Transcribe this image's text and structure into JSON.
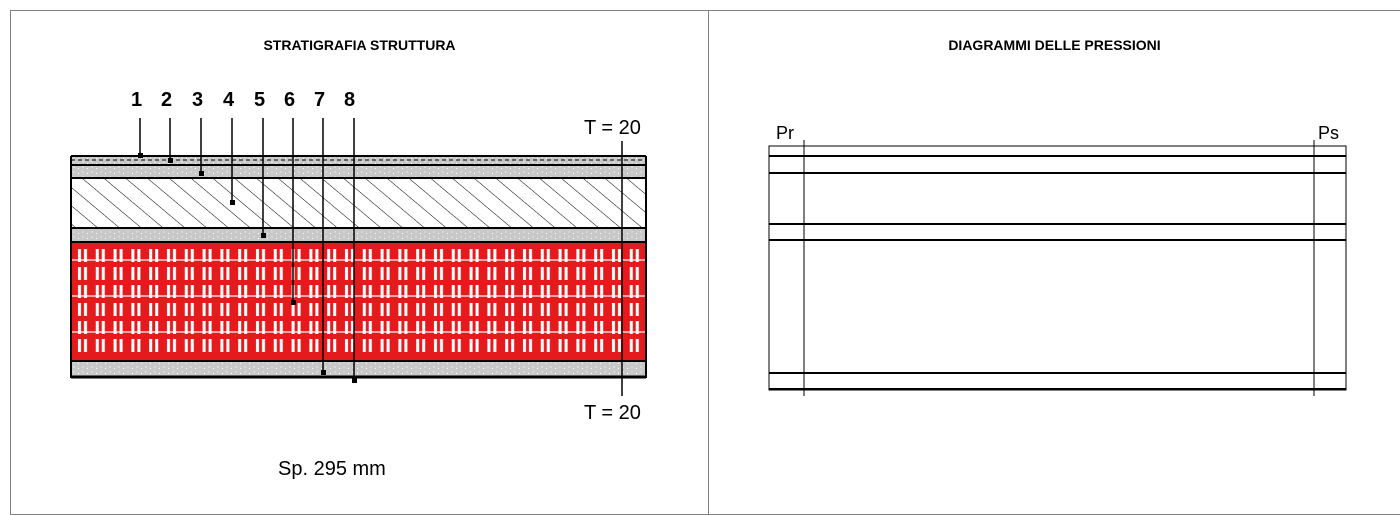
{
  "stratigraphy": {
    "title": "STRATIGRAFIA STRUTTURA",
    "layer_numbers": [
      "1",
      "2",
      "3",
      "4",
      "5",
      "6",
      "7",
      "8"
    ],
    "temperature_top": "T = 20",
    "temperature_bottom": "T = 20",
    "thickness_label": "Sp. 295 mm",
    "colors": {
      "brick": "#e41a1c",
      "plaster": "#c8c8c8",
      "hatch_line": "#000000"
    }
  },
  "pressure_diagram": {
    "title": "DIAGRAMMI DELLE PRESSIONI",
    "left_label": "Pr",
    "right_label": "Ps"
  }
}
